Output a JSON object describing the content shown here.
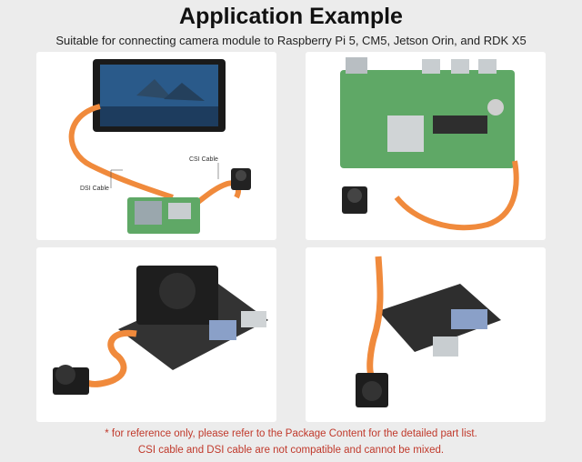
{
  "header": {
    "title": "Application Example",
    "subtitle": "Suitable for connecting camera module to Raspberry Pi 5, CM5, Jetson Orin, and RDK X5"
  },
  "panels": {
    "panel1": {
      "csi_label": "CSI Cable",
      "dsi_label": "DSI Cable"
    }
  },
  "footer": {
    "note1": "* for reference only, please refer to the Package Content for the detailed part list.",
    "note2": "CSI cable and DSI cable are not compatible and cannot be mixed."
  },
  "colors": {
    "background": "#ececec",
    "cable": "#f08a3c",
    "board_green": "#5fa866",
    "note_red": "#c0392b"
  }
}
